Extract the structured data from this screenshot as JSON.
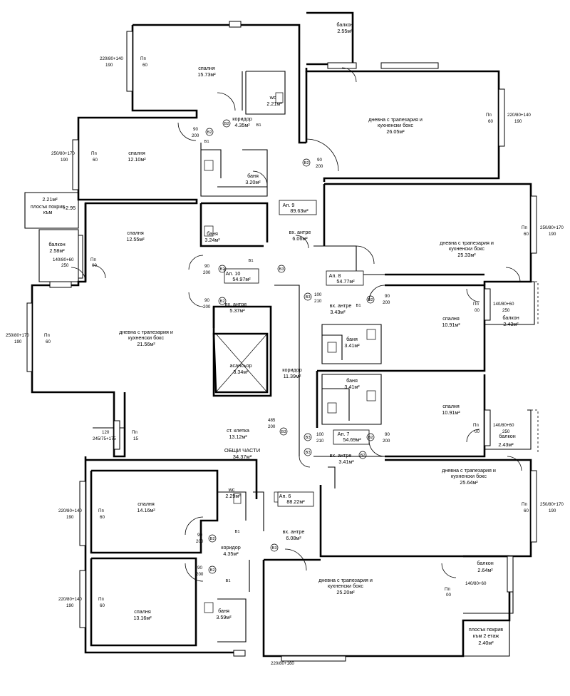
{
  "apartments": [
    {
      "label": "Ап. 9",
      "area": "89.63м²"
    },
    {
      "label": "Ап. 10",
      "area": "54.97м²"
    },
    {
      "label": "Ап. 8",
      "area": "54.77м²"
    },
    {
      "label": "Ап. 7",
      "area": "54.69м²"
    },
    {
      "label": "Ап. 6",
      "area": "88.22м²"
    }
  ],
  "rooms": [
    {
      "name": "спалня",
      "area": "15.73м²"
    },
    {
      "name": "wc",
      "area": "2.21м²"
    },
    {
      "name": "коридор",
      "area": "4.35м²"
    },
    {
      "name": "балкон",
      "area": "2.55м²"
    },
    {
      "name": "дневна с трапезария и",
      "name2": "кухненски бокс",
      "area": "26.05м²"
    },
    {
      "name": "спалня",
      "area": "12.10м²"
    },
    {
      "name": "баня",
      "area": "3.20м²"
    },
    {
      "name": "спалня",
      "area": "12.55м²"
    },
    {
      "name": "баня",
      "area": "3.24м²"
    },
    {
      "name": "балкон",
      "area": "2.58м²"
    },
    {
      "name": "вх. антре",
      "area": "6.06м²"
    },
    {
      "name": "дневна с трапезария и",
      "name2": "кухненски бокс",
      "area": "25.33м²"
    },
    {
      "name": "вх. антре",
      "area": "5.37м²"
    },
    {
      "name": "дневна с трапезария и",
      "name2": "кухненски бокс",
      "area": "21.56м²"
    },
    {
      "name": "асансьор",
      "area": "3.34м²"
    },
    {
      "name": "коридор",
      "area": "11.39м²"
    },
    {
      "name": "вх. антре",
      "area": "3.43м²"
    },
    {
      "name": "баня",
      "area": "3.41м²"
    },
    {
      "name": "спалня",
      "area": "10.91м²"
    },
    {
      "name": "балкон",
      "area": "2.43м²"
    },
    {
      "name": "баня",
      "area": "3.41м²"
    },
    {
      "name": "спалня",
      "area": "10.91м²"
    },
    {
      "name": "балкон",
      "area": "2.43м²"
    },
    {
      "name": "ст. клетка",
      "area": "13.12м²"
    },
    {
      "name": "ОБЩИ ЧАСТИ",
      "area": "34.37м²"
    },
    {
      "name": "вх. антре",
      "area": "3.41м²"
    },
    {
      "name": "дневна с трапезария и",
      "name2": "кухненски бокс",
      "area": "25.64м²"
    },
    {
      "name": "wc",
      "area": "2.29м²"
    },
    {
      "name": "спалня",
      "area": "14.16м²"
    },
    {
      "name": "коридор",
      "area": "4.35м²"
    },
    {
      "name": "вх. антре",
      "area": "6.08м²"
    },
    {
      "name": "дневна с трапезария и",
      "name2": "кухненски бокс",
      "area": "25.20м²"
    },
    {
      "name": "балкон",
      "area": "2.64м²"
    },
    {
      "name": "спалня",
      "area": "13.16м²"
    },
    {
      "name": "баня",
      "area": "3.59м²"
    },
    {
      "name": "плосък покрив",
      "name2": "към 2 етаж",
      "area": "2.40м²"
    }
  ],
  "roof_top": {
    "line1": "плосък покрив",
    "line2": "към",
    "area": "2.21м²",
    "level": "+2.95"
  },
  "dims": [
    "220/80+140",
    "190",
    "Пп",
    "60",
    "250/80+170",
    "140/80+60",
    "250",
    "00",
    "90",
    "200",
    "80",
    "210",
    "100",
    "485",
    "120",
    "245/75+175",
    "15",
    "В1",
    "В2",
    "В3",
    "220/80+160"
  ]
}
